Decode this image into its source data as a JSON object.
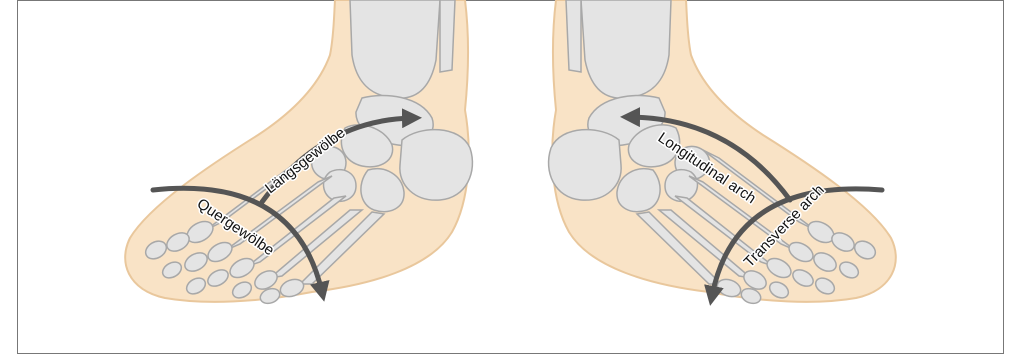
{
  "colors": {
    "background": "#ffffff",
    "frame": "#777777",
    "skin_fill": "#f9e3c6",
    "skin_stroke": "#e9c79c",
    "bone_fill": "#e4e4e4",
    "bone_stroke": "#a8a8a8",
    "arrow": "#555555",
    "label_text": "#111111"
  },
  "left_foot": {
    "language": "German",
    "longitudinal_label": "Längsgewölbe",
    "transverse_label": "Quergewölbe"
  },
  "right_foot": {
    "language": "English",
    "longitudinal_label": "Longitudinal arch",
    "transverse_label": "Transverse arch"
  }
}
